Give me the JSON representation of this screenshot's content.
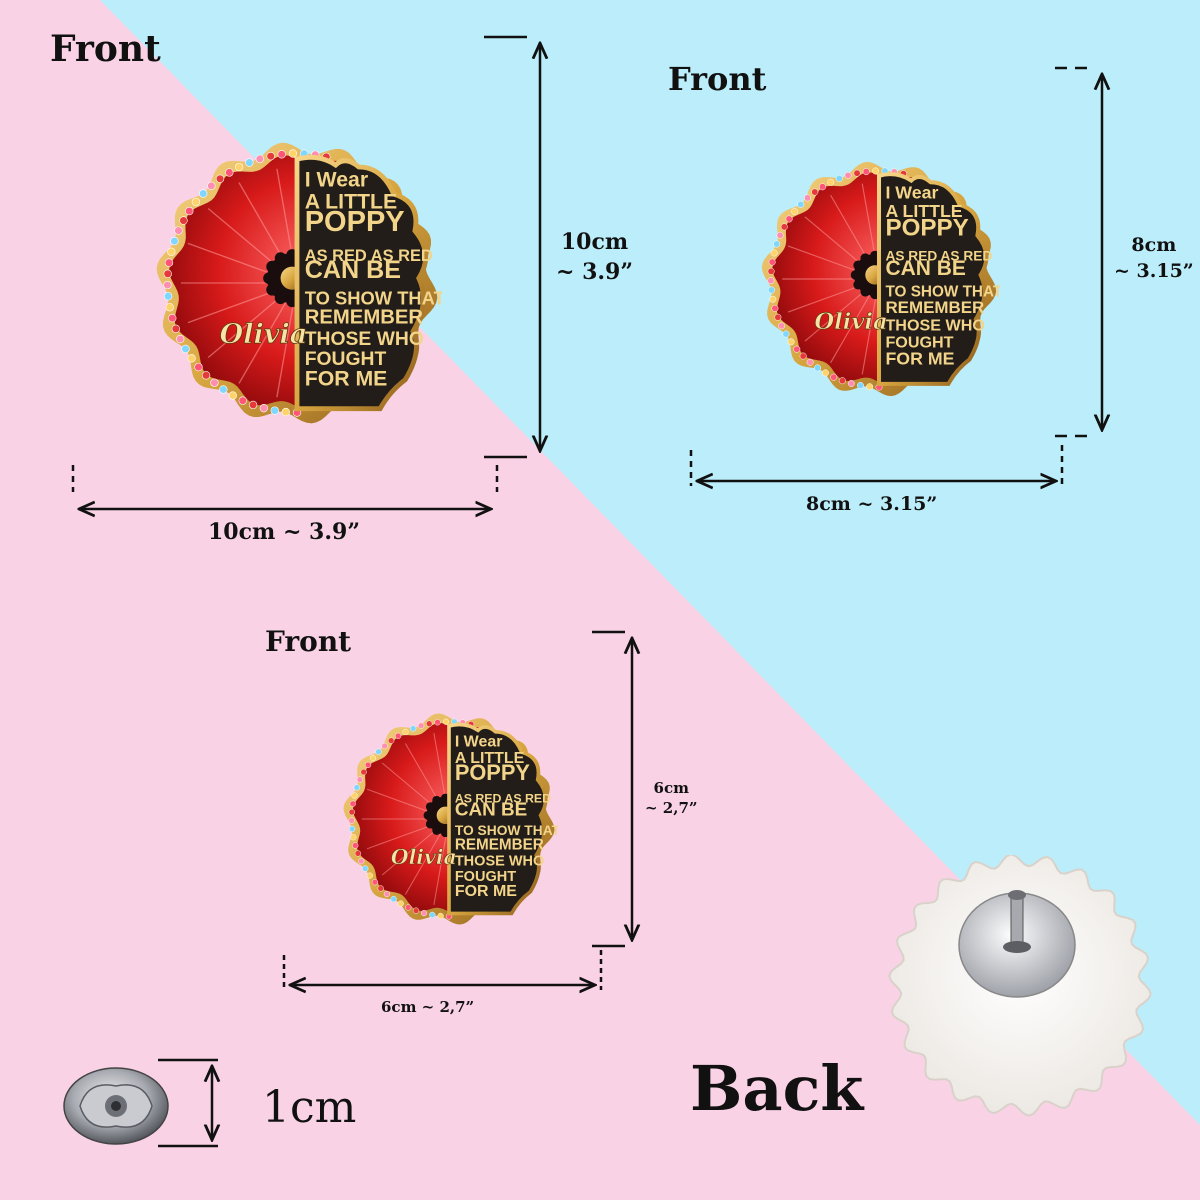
{
  "labels": {
    "front_large": "Front",
    "front_medium": "Front",
    "front_small": "Front",
    "back": "Back"
  },
  "dimensions": {
    "large_width": "10cm ~ 3.9”",
    "large_height_cm": "10cm",
    "large_height_in": "~ 3.9”",
    "medium_width": "8cm ~ 3.15”",
    "medium_height_cm": "8cm",
    "medium_height_in": "~ 3.15”",
    "small_width": "6cm ~ 2,7”",
    "small_height_cm": "6cm",
    "small_height_in": "~ 2,7”",
    "clasp_height": "1cm"
  },
  "pin": {
    "name": "Olivia",
    "lines": [
      "I Wear",
      "A LITTLE",
      "POPPY",
      "AS RED AS RED",
      "CAN BE",
      "TO SHOW THAT",
      "REMEMBER",
      "THOSE WHO",
      "FOUGHT",
      "FOR ME"
    ]
  },
  "colors": {
    "background_pink": "#f9d3e5",
    "background_blue": "#bbeefa",
    "gem_red": "#d81a1a",
    "gold": "#d8a640",
    "panel_dark": "#221d18",
    "text_dark": "#111111"
  }
}
